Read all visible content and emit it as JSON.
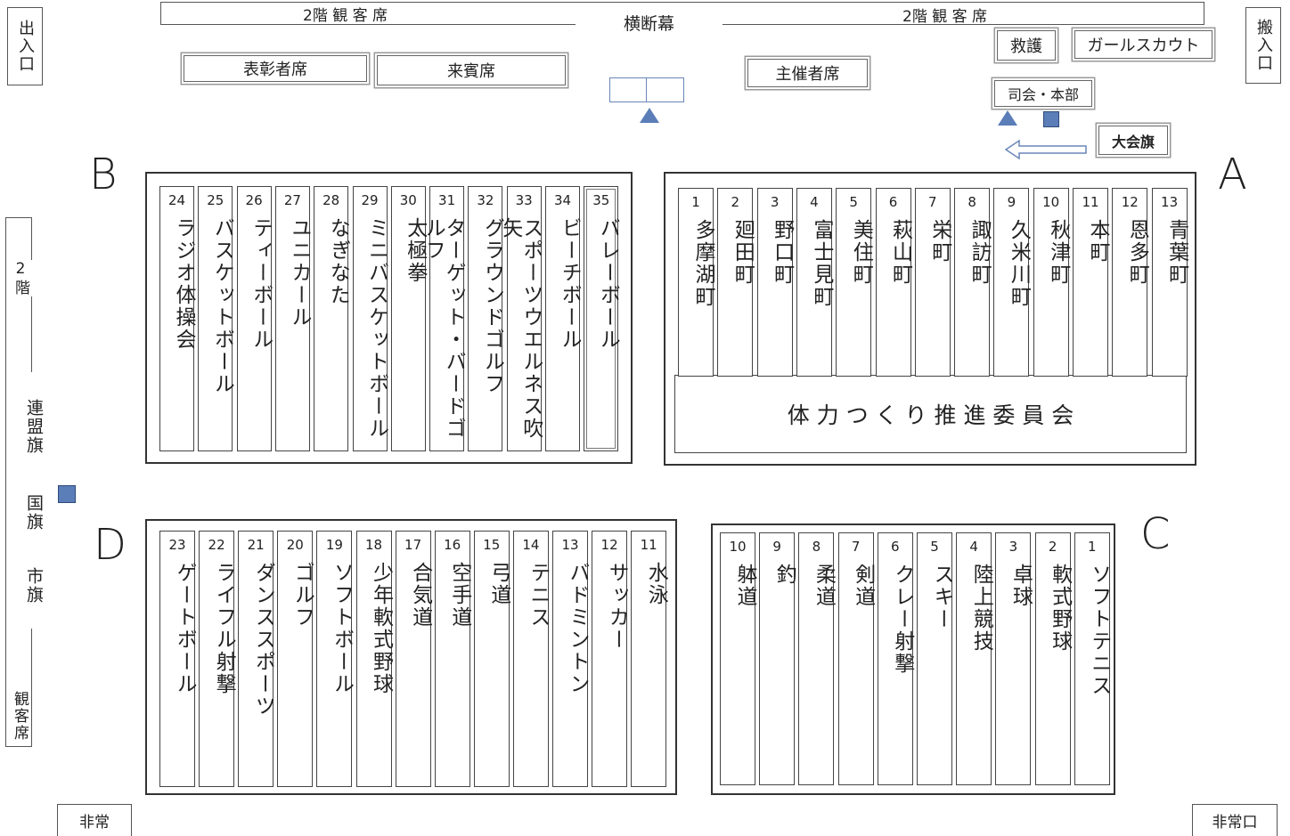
{
  "top": {
    "balcony_left": "2階 観 客 席",
    "balcony_right": "2階 観 客 席",
    "banner": "横断幕",
    "entrance_left": "出入口",
    "entrance_right": "搬入口",
    "kyugo": "救護",
    "girlscout": "ガールスカウト",
    "hyosho": "表彰者席",
    "raihin": "来賓席",
    "shusai": "主催者席",
    "shikai": "司会・本部",
    "taikaiki": "大会旗"
  },
  "left": {
    "balcony_top": "2階",
    "flags": [
      "連盟旗",
      "国旗",
      "市旗"
    ],
    "balcony_bottom": "観客席"
  },
  "bottom": {
    "emergency_left": "非常",
    "emergency_right": "非常口"
  },
  "block_labels": {
    "a": "A",
    "b": "B",
    "c": "C",
    "d": "D"
  },
  "block_a": {
    "columns": [
      {
        "num": "1",
        "name": "多摩湖町"
      },
      {
        "num": "2",
        "name": "廻田町"
      },
      {
        "num": "3",
        "name": "野口町"
      },
      {
        "num": "4",
        "name": "富士見町"
      },
      {
        "num": "5",
        "name": "美住町"
      },
      {
        "num": "6",
        "name": "萩山町"
      },
      {
        "num": "7",
        "name": "栄町"
      },
      {
        "num": "8",
        "name": "諏訪町"
      },
      {
        "num": "9",
        "name": "久米川町"
      },
      {
        "num": "10",
        "name": "秋津町"
      },
      {
        "num": "11",
        "name": "本町"
      },
      {
        "num": "12",
        "name": "恩多町"
      },
      {
        "num": "13",
        "name": "青葉町"
      }
    ],
    "committee": "体 力 つ く り 推 進 委 員 会"
  },
  "block_b": {
    "columns": [
      {
        "num": "24",
        "name": "ラジオ体操会"
      },
      {
        "num": "25",
        "name": "バスケットボール"
      },
      {
        "num": "26",
        "name": "ティーボール"
      },
      {
        "num": "27",
        "name": "ユニカール"
      },
      {
        "num": "28",
        "name": "なぎなた"
      },
      {
        "num": "29",
        "name": "ミニバスケットボール"
      },
      {
        "num": "30",
        "name": "太極拳"
      },
      {
        "num": "31",
        "name": "ターゲット・バードゴルフ"
      },
      {
        "num": "32",
        "name": "グラウンドゴルフ"
      },
      {
        "num": "33",
        "name": "スポーツウエルネス吹矢"
      },
      {
        "num": "34",
        "name": "ビーチボール"
      },
      {
        "num": "35",
        "name": "バレーボール"
      }
    ]
  },
  "block_c": {
    "columns": [
      {
        "num": "10",
        "name": "躰道"
      },
      {
        "num": "9",
        "name": "釣"
      },
      {
        "num": "8",
        "name": "柔道"
      },
      {
        "num": "7",
        "name": "剣道"
      },
      {
        "num": "6",
        "name": "クレー射撃"
      },
      {
        "num": "5",
        "name": "スキー"
      },
      {
        "num": "4",
        "name": "陸上競技"
      },
      {
        "num": "3",
        "name": "卓球"
      },
      {
        "num": "2",
        "name": "軟式野球"
      },
      {
        "num": "1",
        "name": "ソフトテニス"
      }
    ]
  },
  "block_d": {
    "columns": [
      {
        "num": "23",
        "name": "ゲートボール"
      },
      {
        "num": "22",
        "name": "ライフル射撃"
      },
      {
        "num": "21",
        "name": "ダンススポーツ"
      },
      {
        "num": "20",
        "name": "ゴルフ"
      },
      {
        "num": "19",
        "name": "ソフトボール"
      },
      {
        "num": "18",
        "name": "少年軟式野球"
      },
      {
        "num": "17",
        "name": "合気道"
      },
      {
        "num": "16",
        "name": "空手道"
      },
      {
        "num": "15",
        "name": "弓道"
      },
      {
        "num": "14",
        "name": "テニス"
      },
      {
        "num": "13",
        "name": "バドミントン"
      },
      {
        "num": "12",
        "name": "サッカー"
      },
      {
        "num": "11",
        "name": "水泳"
      }
    ]
  }
}
